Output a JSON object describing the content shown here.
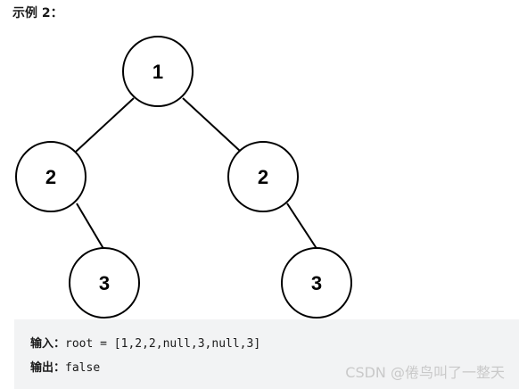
{
  "heading": "示例 2：",
  "tree": {
    "nodes": [
      {
        "id": "root",
        "label": "1"
      },
      {
        "id": "left-child",
        "label": "2"
      },
      {
        "id": "right-child",
        "label": "2"
      },
      {
        "id": "left-right-grandchild",
        "label": "3"
      },
      {
        "id": "right-right-grandchild",
        "label": "3"
      }
    ]
  },
  "example": {
    "input_label": "输入：",
    "input_value": "root = [1,2,2,null,3,null,3]",
    "output_label": "输出：",
    "output_value": "false"
  },
  "watermark": "CSDN @倦鸟叫了一整天"
}
